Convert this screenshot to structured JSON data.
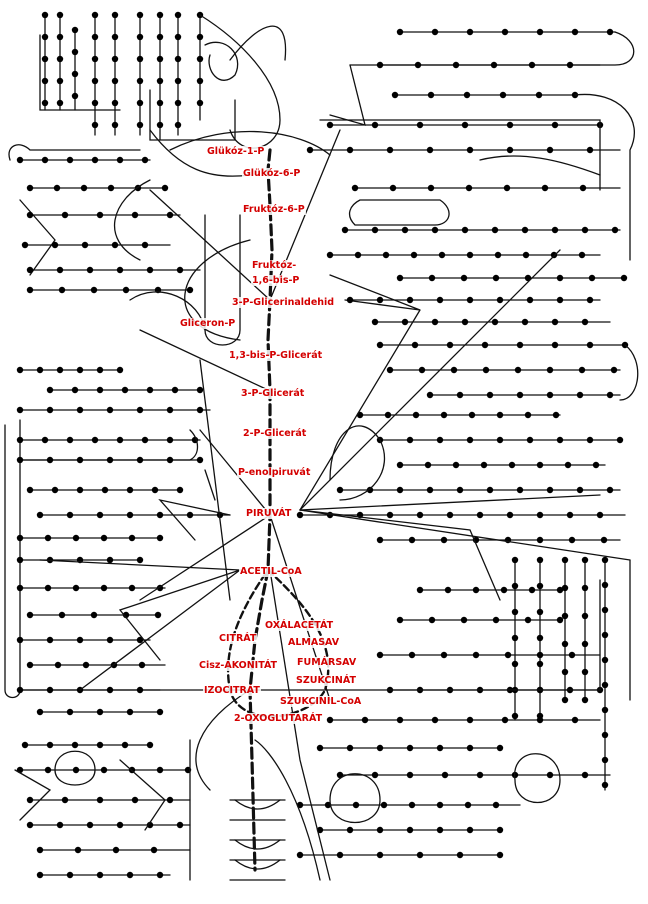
{
  "metabolites": {
    "glukoz1p": "Glükóz-1-P",
    "glukoz6p": "Glükóz-6-P",
    "fruktoz6p": "Fruktóz-6-P",
    "fruktoz16bp_a": "Fruktóz-",
    "fruktoz16bp_b": "1,6-bis-P",
    "glicerinaldehid": "3-P-Glicerinaldehid",
    "gliceronp": "Gliceron-P",
    "bispglicerat": "1,3-bis-P-Glicerát",
    "pglicerat3": "3-P-Glicerát",
    "pglicerat2": "2-P-Glicerát",
    "penolpiruvat": "P-enolpiruvát",
    "piruvat": "PIRUVÁT",
    "acetilcoa": "ACETIL-CoA",
    "oxalacetat": "OXÁLACETÁT",
    "citrat": "CITRÁT",
    "almasav": "ALMASAV",
    "ciszakonitat": "Cisz-AKONITÁT",
    "fumarsav": "FUMÁRSAV",
    "szukcinat": "SZUKCINÁT",
    "izocitrat": "IZOCITRÁT",
    "szukcinilcoa": "SZUKCINIL-CoA",
    "oxoglutarat": "2-OXOGLUTARÁT"
  },
  "colors": {
    "label": "#d40000",
    "line": "#111111",
    "node": "#000000",
    "background": "#ffffff"
  }
}
